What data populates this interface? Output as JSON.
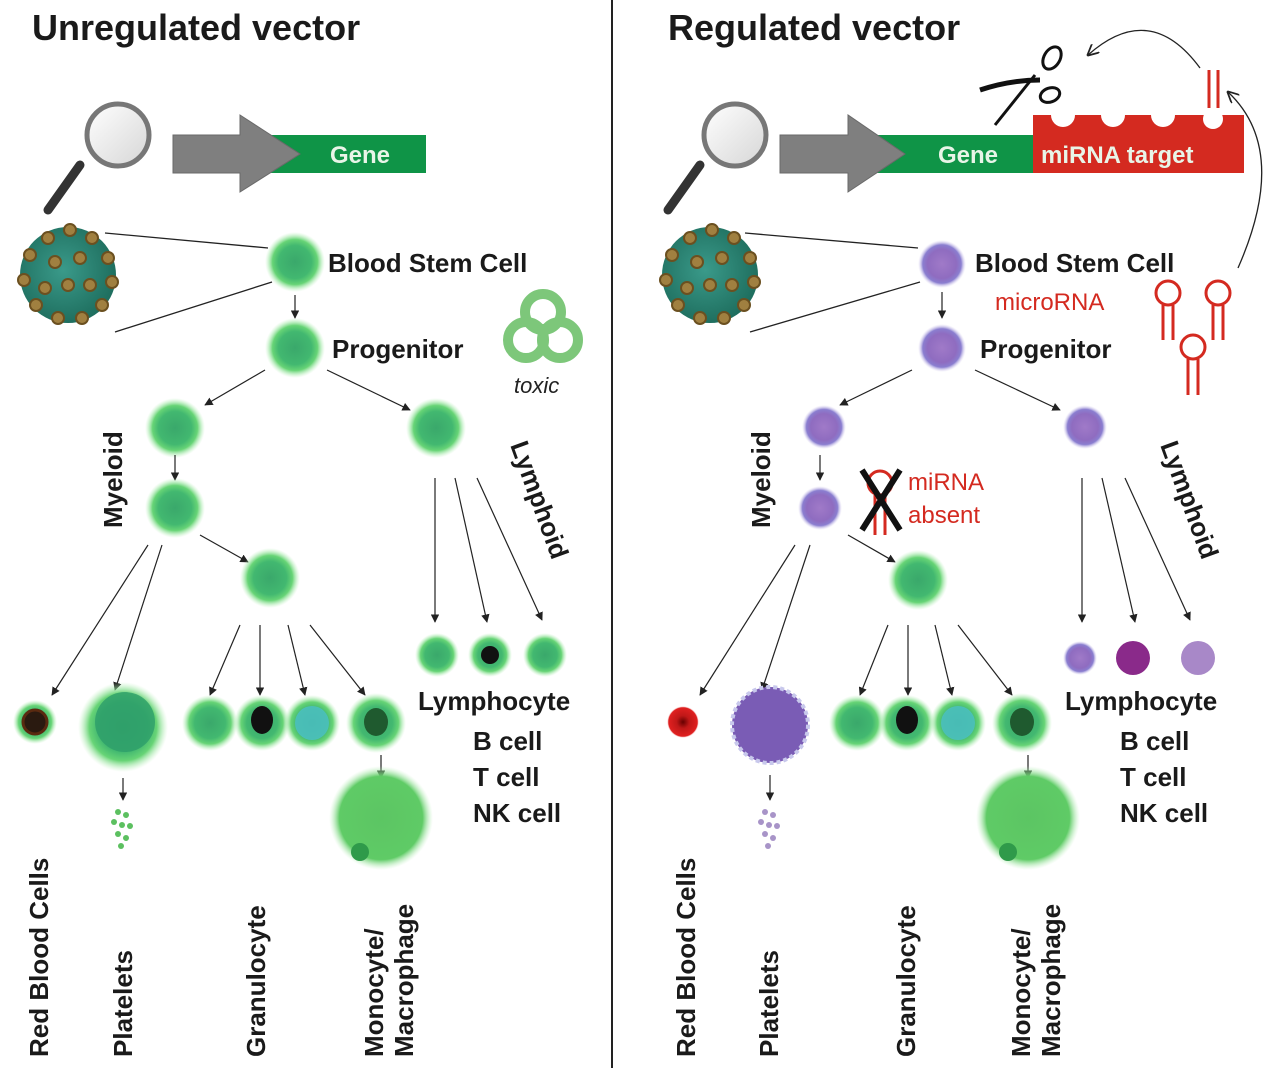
{
  "panels": [
    {
      "id": "unregulated",
      "title": "Unregulated vector",
      "construct": {
        "gene_label": "Gene"
      },
      "stages": {
        "stem": "Blood Stem Cell",
        "progenitor": "Progenitor"
      },
      "lineages": {
        "myeloid": "Myeloid",
        "lymphoid": "Lymphoid"
      },
      "warning": {
        "icon": "biohazard-icon",
        "label": "toxic"
      },
      "lymphocyte": {
        "title": "Lymphocyte",
        "types": [
          "B cell",
          "T cell",
          "NK cell"
        ]
      },
      "terminal_labels": [
        "Red Blood Cells",
        "Platelets",
        "Granulocyte",
        "Monocyte/",
        "Macrophage"
      ]
    },
    {
      "id": "regulated",
      "title": "Regulated vector",
      "construct": {
        "gene_label": "Gene",
        "target_label": "miRNA target"
      },
      "stages": {
        "stem": "Blood Stem Cell",
        "progenitor": "Progenitor"
      },
      "lineages": {
        "myeloid": "Myeloid",
        "lymphoid": "Lymphoid"
      },
      "mirna": {
        "present_label": "microRNA",
        "absent_line1": "miRNA",
        "absent_line2": "absent"
      },
      "lymphocyte": {
        "title": "Lymphocyte",
        "types": [
          "B cell",
          "T cell",
          "NK cell"
        ]
      },
      "terminal_labels": [
        "Red Blood Cells",
        "Platelets",
        "Granulocyte",
        "Monocyte/",
        "Macrophage"
      ]
    }
  ],
  "colors": {
    "gene_green": "#0f9447",
    "mirna_red": "#d42a20",
    "arrow_gray": "#7f7f7f",
    "glow_green": "#5fd06a",
    "stem_purple": "#8b6cc4",
    "biohazard_green": "#7dc77a"
  }
}
